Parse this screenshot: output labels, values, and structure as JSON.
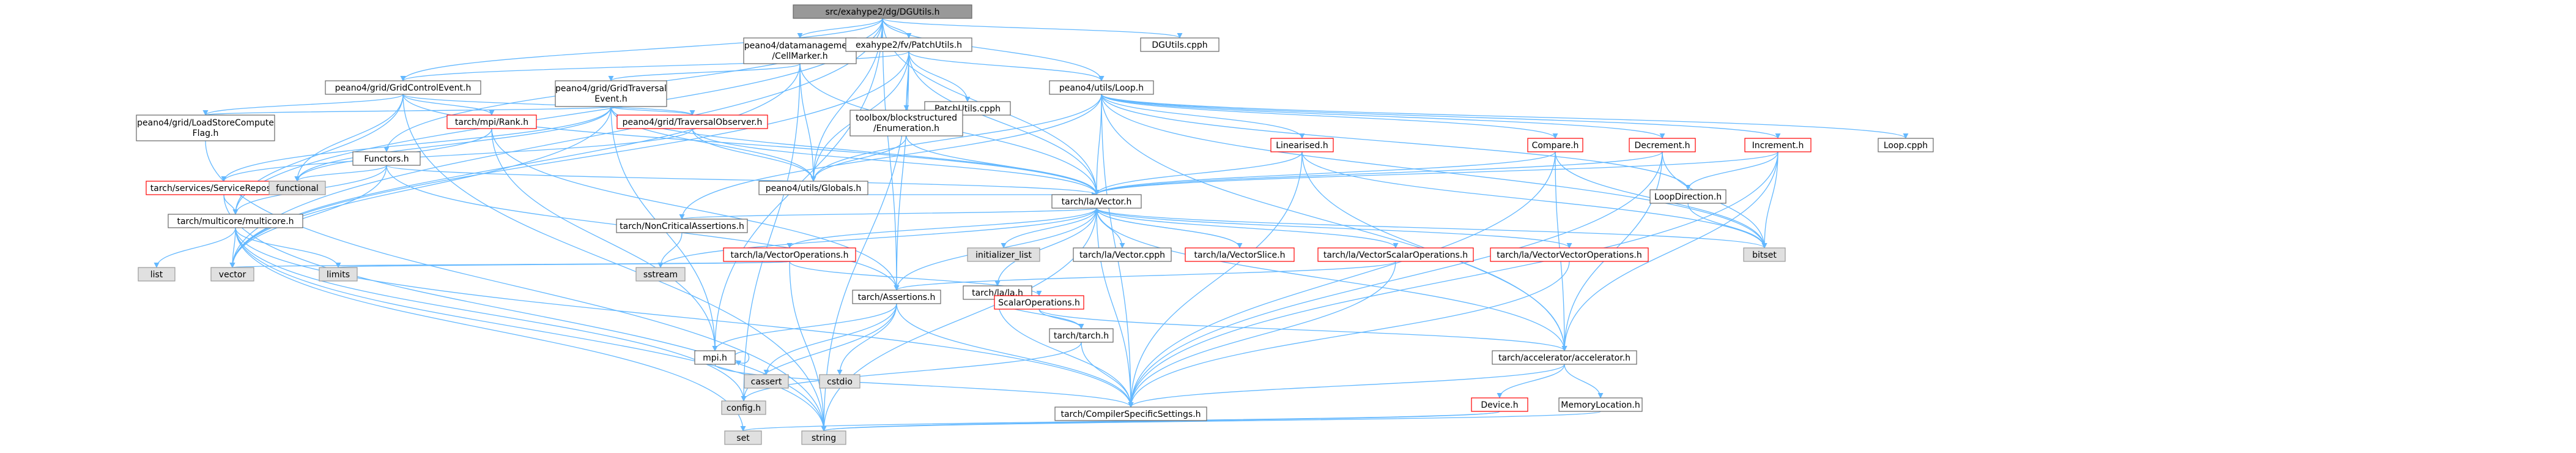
{
  "colors": {
    "default_fill": "#ffffff",
    "default_border": "#666666",
    "current_fill": "#999999",
    "current_border": "#666666",
    "external_fill": "#e0e0e0",
    "external_border": "#999999",
    "missing_border": "#ff0000",
    "edge_color": "#63b8ff"
  },
  "graph": {
    "root": "n0",
    "nodes": [
      {
        "id": "n0",
        "lines": [
          "src/exahype2/dg/DGUtils.h"
        ],
        "kind": "current"
      },
      {
        "id": "n1",
        "lines": [
          "peano4/datamanagement",
          "/CellMarker.h"
        ],
        "kind": "default"
      },
      {
        "id": "n2",
        "lines": [
          "exahype2/fv/PatchUtils.h"
        ],
        "kind": "default"
      },
      {
        "id": "n3",
        "lines": [
          "DGUtils.cpph"
        ],
        "kind": "default"
      },
      {
        "id": "n4",
        "lines": [
          "peano4/grid/GridControlEvent.h"
        ],
        "kind": "default"
      },
      {
        "id": "n5",
        "lines": [
          "peano4/grid/GridTraversal",
          "Event.h"
        ],
        "kind": "default"
      },
      {
        "id": "n6",
        "lines": [
          "PatchUtils.cpph"
        ],
        "kind": "default"
      },
      {
        "id": "n7",
        "lines": [
          "peano4/utils/Loop.h"
        ],
        "kind": "default"
      },
      {
        "id": "n8",
        "lines": [
          "toolbox/blockstructured",
          "/Enumeration.h"
        ],
        "kind": "default"
      },
      {
        "id": "n9",
        "lines": [
          "Functors.h"
        ],
        "kind": "default"
      },
      {
        "id": "n10",
        "lines": [
          "peano4/grid/LoadStoreCompute",
          "Flag.h"
        ],
        "kind": "default"
      },
      {
        "id": "n11",
        "lines": [
          "tarch/mpi/Rank.h"
        ],
        "kind": "missing"
      },
      {
        "id": "n12",
        "lines": [
          "peano4/grid/TraversalObserver.h"
        ],
        "kind": "missing"
      },
      {
        "id": "n13",
        "lines": [
          "Linearised.h"
        ],
        "kind": "missing"
      },
      {
        "id": "n14",
        "lines": [
          "Compare.h"
        ],
        "kind": "missing"
      },
      {
        "id": "n15",
        "lines": [
          "Decrement.h"
        ],
        "kind": "missing"
      },
      {
        "id": "n16",
        "lines": [
          "Increment.h"
        ],
        "kind": "missing"
      },
      {
        "id": "n17",
        "lines": [
          "Loop.cpph"
        ],
        "kind": "default"
      },
      {
        "id": "n18",
        "lines": [
          "tarch/services/ServiceRepository.h"
        ],
        "kind": "missing"
      },
      {
        "id": "n19",
        "lines": [
          "functional"
        ],
        "kind": "external"
      },
      {
        "id": "n20",
        "lines": [
          "peano4/utils/Globals.h"
        ],
        "kind": "default"
      },
      {
        "id": "n21",
        "lines": [
          "tarch/la/Vector.h"
        ],
        "kind": "default"
      },
      {
        "id": "n22",
        "lines": [
          "LoopDirection.h"
        ],
        "kind": "default"
      },
      {
        "id": "n23",
        "lines": [
          "tarch/multicore/multicore.h"
        ],
        "kind": "default"
      },
      {
        "id": "n24",
        "lines": [
          "tarch/NonCriticalAssertions.h"
        ],
        "kind": "default"
      },
      {
        "id": "n25",
        "lines": [
          "tarch/la/VectorOperations.h"
        ],
        "kind": "missing"
      },
      {
        "id": "n26",
        "lines": [
          "initializer_list"
        ],
        "kind": "external"
      },
      {
        "id": "n27",
        "lines": [
          "tarch/la/Vector.cpph"
        ],
        "kind": "default"
      },
      {
        "id": "n28",
        "lines": [
          "tarch/la/VectorSlice.h"
        ],
        "kind": "missing"
      },
      {
        "id": "n29",
        "lines": [
          "tarch/la/VectorScalarOperations.h"
        ],
        "kind": "missing"
      },
      {
        "id": "n30",
        "lines": [
          "tarch/la/VectorVectorOperations.h"
        ],
        "kind": "missing"
      },
      {
        "id": "n31",
        "lines": [
          "bitset"
        ],
        "kind": "external"
      },
      {
        "id": "n32",
        "lines": [
          "list"
        ],
        "kind": "external"
      },
      {
        "id": "n33",
        "lines": [
          "vector"
        ],
        "kind": "external"
      },
      {
        "id": "n34",
        "lines": [
          "limits"
        ],
        "kind": "external"
      },
      {
        "id": "n35",
        "lines": [
          "sstream"
        ],
        "kind": "external"
      },
      {
        "id": "n36",
        "lines": [
          "tarch/Assertions.h"
        ],
        "kind": "default"
      },
      {
        "id": "n37",
        "lines": [
          "tarch/la/la.h"
        ],
        "kind": "default"
      },
      {
        "id": "n38",
        "lines": [
          "ScalarOperations.h"
        ],
        "kind": "missing"
      },
      {
        "id": "n39",
        "lines": [
          "tarch/tarch.h"
        ],
        "kind": "default"
      },
      {
        "id": "n40",
        "lines": [
          "mpi.h"
        ],
        "kind": "default"
      },
      {
        "id": "n41",
        "lines": [
          "cassert"
        ],
        "kind": "external"
      },
      {
        "id": "n42",
        "lines": [
          "cstdio"
        ],
        "kind": "external"
      },
      {
        "id": "n43",
        "lines": [
          "tarch/accelerator/accelerator.h"
        ],
        "kind": "default"
      },
      {
        "id": "n44",
        "lines": [
          "config.h"
        ],
        "kind": "external"
      },
      {
        "id": "n45",
        "lines": [
          "tarch/CompilerSpecificSettings.h"
        ],
        "kind": "default"
      },
      {
        "id": "n46",
        "lines": [
          "Device.h"
        ],
        "kind": "missing"
      },
      {
        "id": "n47",
        "lines": [
          "MemoryLocation.h"
        ],
        "kind": "default"
      },
      {
        "id": "n48",
        "lines": [
          "set"
        ],
        "kind": "external"
      },
      {
        "id": "n49",
        "lines": [
          "string"
        ],
        "kind": "external"
      }
    ],
    "edges": [
      [
        "n0",
        "n1"
      ],
      [
        "n0",
        "n2"
      ],
      [
        "n0",
        "n3"
      ],
      [
        "n0",
        "n4"
      ],
      [
        "n0",
        "n7"
      ],
      [
        "n0",
        "n20"
      ],
      [
        "n0",
        "n21"
      ],
      [
        "n0",
        "n36"
      ],
      [
        "n0",
        "n23"
      ],
      [
        "n0",
        "n33"
      ],
      [
        "n0",
        "n9"
      ],
      [
        "n0",
        "n40"
      ],
      [
        "n1",
        "n5"
      ],
      [
        "n1",
        "n20"
      ],
      [
        "n1",
        "n21"
      ],
      [
        "n1",
        "n44"
      ],
      [
        "n1",
        "n33"
      ],
      [
        "n2",
        "n4"
      ],
      [
        "n2",
        "n6"
      ],
      [
        "n2",
        "n7"
      ],
      [
        "n2",
        "n8"
      ],
      [
        "n2",
        "n20"
      ],
      [
        "n2",
        "n21"
      ],
      [
        "n2",
        "n36"
      ],
      [
        "n2",
        "n33"
      ],
      [
        "n2",
        "n49"
      ],
      [
        "n4",
        "n10"
      ],
      [
        "n4",
        "n11"
      ],
      [
        "n4",
        "n12"
      ],
      [
        "n4",
        "n19"
      ],
      [
        "n4",
        "n21"
      ],
      [
        "n4",
        "n23"
      ],
      [
        "n4",
        "n49"
      ],
      [
        "n5",
        "n10"
      ],
      [
        "n5",
        "n12"
      ],
      [
        "n5",
        "n21"
      ],
      [
        "n5",
        "n20"
      ],
      [
        "n5",
        "n19"
      ],
      [
        "n5",
        "n33"
      ],
      [
        "n5",
        "n40"
      ],
      [
        "n5",
        "n18"
      ],
      [
        "n7",
        "n13"
      ],
      [
        "n7",
        "n14"
      ],
      [
        "n7",
        "n15"
      ],
      [
        "n7",
        "n16"
      ],
      [
        "n7",
        "n17"
      ],
      [
        "n7",
        "n20"
      ],
      [
        "n7",
        "n21"
      ],
      [
        "n7",
        "n22"
      ],
      [
        "n7",
        "n31"
      ],
      [
        "n7",
        "n43"
      ],
      [
        "n7",
        "n45"
      ],
      [
        "n7",
        "n24"
      ],
      [
        "n8",
        "n20"
      ],
      [
        "n8",
        "n21"
      ],
      [
        "n9",
        "n19"
      ],
      [
        "n9",
        "n23"
      ],
      [
        "n9",
        "n33"
      ],
      [
        "n9",
        "n21"
      ],
      [
        "n9",
        "n36"
      ],
      [
        "n10",
        "n49"
      ],
      [
        "n11",
        "n19"
      ],
      [
        "n11",
        "n40"
      ],
      [
        "n11",
        "n36"
      ],
      [
        "n12",
        "n20"
      ],
      [
        "n12",
        "n21"
      ],
      [
        "n12",
        "n18"
      ],
      [
        "n13",
        "n21"
      ],
      [
        "n13",
        "n31"
      ],
      [
        "n13",
        "n43"
      ],
      [
        "n13",
        "n45"
      ],
      [
        "n14",
        "n21"
      ],
      [
        "n14",
        "n31"
      ],
      [
        "n14",
        "n43"
      ],
      [
        "n14",
        "n45"
      ],
      [
        "n15",
        "n21"
      ],
      [
        "n15",
        "n31"
      ],
      [
        "n15",
        "n43"
      ],
      [
        "n15",
        "n45"
      ],
      [
        "n16",
        "n21"
      ],
      [
        "n16",
        "n31"
      ],
      [
        "n16",
        "n43"
      ],
      [
        "n16",
        "n45"
      ],
      [
        "n16",
        "n22"
      ],
      [
        "n18",
        "n23"
      ],
      [
        "n18",
        "n49"
      ],
      [
        "n20",
        "n21"
      ],
      [
        "n21",
        "n24"
      ],
      [
        "n21",
        "n25"
      ],
      [
        "n21",
        "n26"
      ],
      [
        "n21",
        "n27"
      ],
      [
        "n21",
        "n28"
      ],
      [
        "n21",
        "n29"
      ],
      [
        "n21",
        "n30"
      ],
      [
        "n21",
        "n31"
      ],
      [
        "n21",
        "n35"
      ],
      [
        "n21",
        "n36"
      ],
      [
        "n21",
        "n37"
      ],
      [
        "n21",
        "n43"
      ],
      [
        "n21",
        "n45"
      ],
      [
        "n21",
        "n49"
      ],
      [
        "n22",
        "n31"
      ],
      [
        "n23",
        "n32"
      ],
      [
        "n23",
        "n33"
      ],
      [
        "n23",
        "n34"
      ],
      [
        "n23",
        "n48"
      ],
      [
        "n23",
        "n49"
      ],
      [
        "n23",
        "n44"
      ],
      [
        "n23",
        "n45"
      ],
      [
        "n24",
        "n35"
      ],
      [
        "n25",
        "n33"
      ],
      [
        "n25",
        "n34"
      ],
      [
        "n25",
        "n38"
      ],
      [
        "n25",
        "n49"
      ],
      [
        "n28",
        "n21"
      ],
      [
        "n29",
        "n36"
      ],
      [
        "n29",
        "n45"
      ],
      [
        "n30",
        "n45"
      ],
      [
        "n36",
        "n40"
      ],
      [
        "n36",
        "n41"
      ],
      [
        "n36",
        "n42"
      ],
      [
        "n36",
        "n44"
      ],
      [
        "n36",
        "n45"
      ],
      [
        "n37",
        "n39"
      ],
      [
        "n37",
        "n45"
      ],
      [
        "n38",
        "n43"
      ],
      [
        "n38",
        "n39"
      ],
      [
        "n39",
        "n44"
      ],
      [
        "n39",
        "n45"
      ],
      [
        "n40",
        "n40"
      ],
      [
        "n40",
        "n45"
      ],
      [
        "n43",
        "n45"
      ],
      [
        "n43",
        "n46"
      ],
      [
        "n43",
        "n47"
      ],
      [
        "n46",
        "n48"
      ],
      [
        "n46",
        "n49"
      ],
      [
        "n47",
        "n49"
      ]
    ]
  }
}
